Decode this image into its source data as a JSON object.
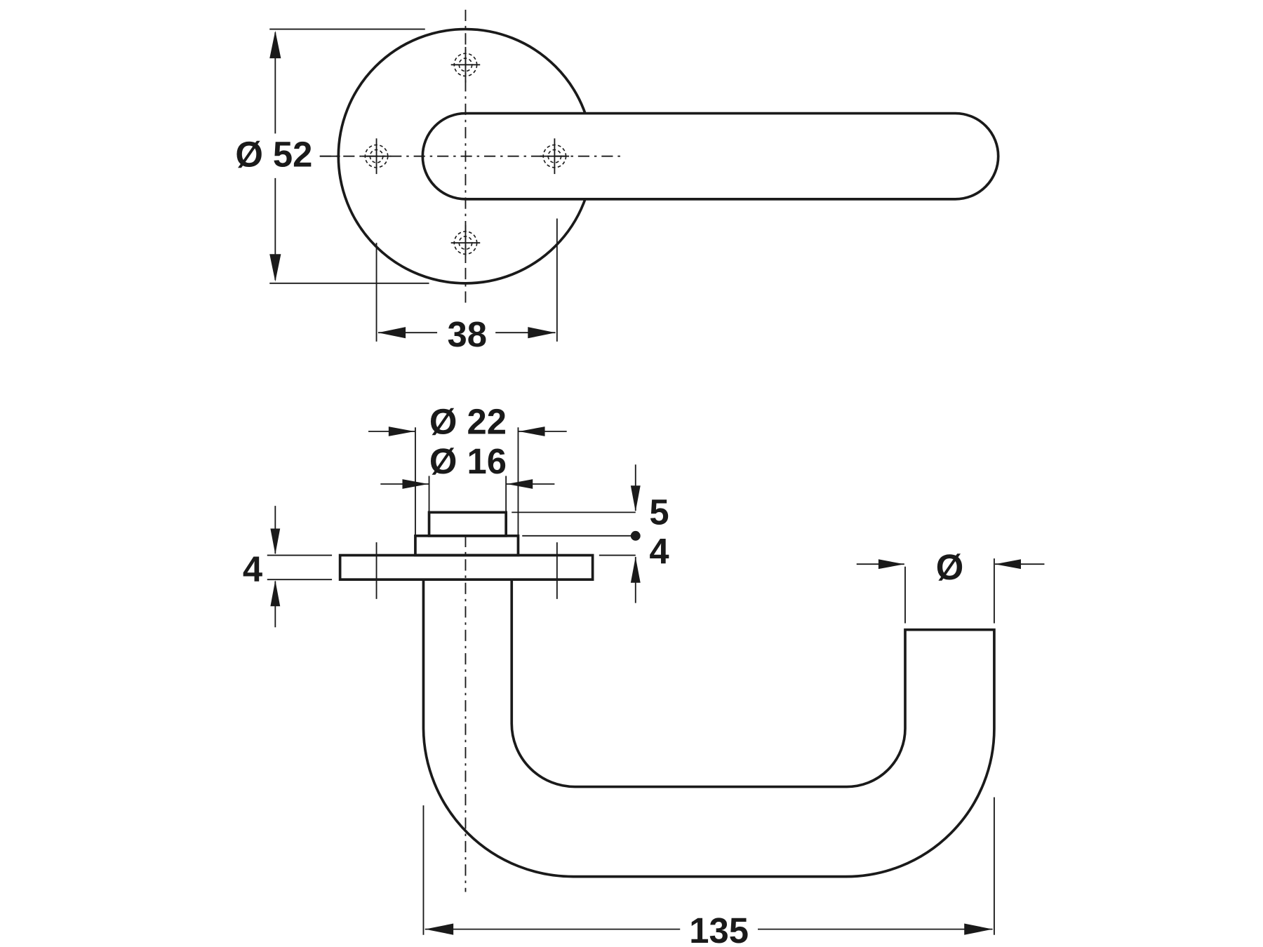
{
  "title": "Lever handle on round rose - dimension drawing",
  "colors": {
    "line": "#1a1a1a",
    "background": "#ffffff"
  },
  "top_view": {
    "rose_diameter_label": "Ø 52",
    "screw_spacing_label": "38"
  },
  "side_view": {
    "spindle_outer_diameter_label": "Ø 22",
    "spindle_inner_diameter_label": "Ø 16",
    "pin_height_label": "5",
    "boss_height_label": "4",
    "rose_thickness_label": "4",
    "handle_diameter_label": "Ø",
    "handle_projection_label": "135"
  }
}
